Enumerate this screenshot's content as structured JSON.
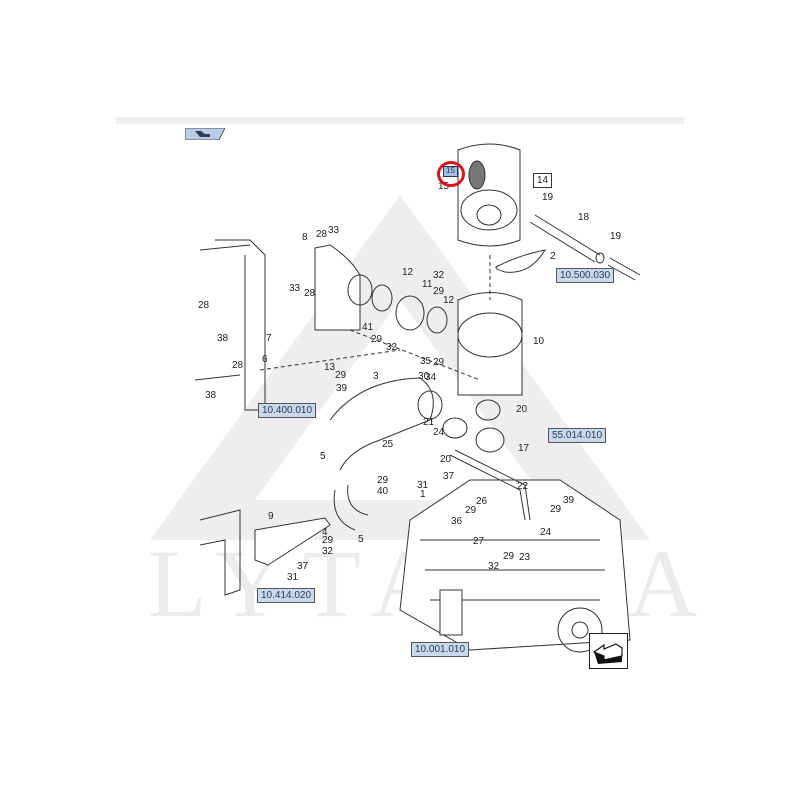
{
  "header": {
    "nav_icon": "hands-icon"
  },
  "watermark": {
    "text": "LYTAGRA"
  },
  "diagram": {
    "highlighted_callout": "15",
    "highlight_color": "#d9121b",
    "ref_tag_color": "#c9d9ea",
    "boxed_callouts": [
      {
        "label": "14"
      }
    ],
    "reference_tags": [
      {
        "id": "ref-10500030",
        "label": "10.500.030"
      },
      {
        "id": "ref-10400010",
        "label": "10.400.010"
      },
      {
        "id": "ref-55014010",
        "label": "55.014.010"
      },
      {
        "id": "ref-10414020",
        "label": "10.414.020"
      },
      {
        "id": "ref-10001010",
        "label": "10.001.010"
      }
    ],
    "callouts": [
      "15",
      "19",
      "18",
      "19",
      "2",
      "33",
      "8",
      "28",
      "12",
      "32",
      "11",
      "29",
      "12",
      "28",
      "33",
      "28",
      "7",
      "41",
      "29",
      "32",
      "10",
      "38",
      "6",
      "13",
      "34",
      "29",
      "35",
      "29",
      "30",
      "39",
      "3",
      "28",
      "38",
      "20",
      "21",
      "24",
      "25",
      "20",
      "17",
      "5",
      "37",
      "29",
      "31",
      "40",
      "1",
      "22",
      "39",
      "29",
      "26",
      "29",
      "36",
      "24",
      "27",
      "9",
      "4",
      "29",
      "32",
      "5",
      "37",
      "31",
      "29",
      "23",
      "32"
    ]
  },
  "nav": {
    "next_page_icon": "arrow-next-page-icon"
  }
}
